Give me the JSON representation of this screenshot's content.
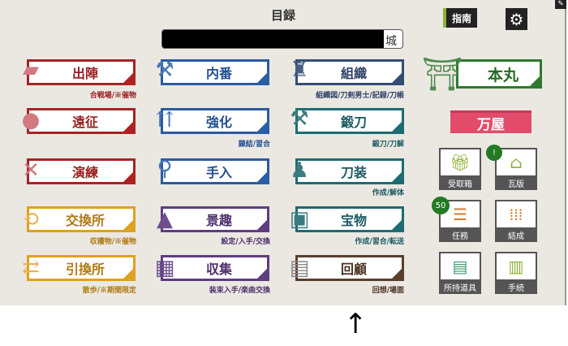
{
  "header": {
    "title": "目録",
    "castle_suffix": "城",
    "guide_label": "指南",
    "settings_icon": "gear-icon"
  },
  "menu": [
    {
      "id": "shutsujin",
      "label": "出陣",
      "sub": "合戦場/※催物",
      "color": "red",
      "icon": "flag"
    },
    {
      "id": "naiban",
      "label": "内番",
      "sub": "",
      "color": "blue",
      "icon": "hoe"
    },
    {
      "id": "soshiki",
      "label": "組織",
      "sub": "組織図/刀剣男士/記録/刀帳",
      "color": "navy",
      "icon": "org"
    },
    {
      "id": "ensei",
      "label": "遠征",
      "sub": "",
      "color": "red",
      "icon": "pouch"
    },
    {
      "id": "kyouka",
      "label": "強化",
      "sub": "錬結/習合",
      "color": "blue",
      "icon": "arrows-up"
    },
    {
      "id": "tantou",
      "label": "鍛刀",
      "sub": "鍛刀/刀解",
      "color": "teal",
      "icon": "hammer"
    },
    {
      "id": "enren",
      "label": "演練",
      "sub": "",
      "color": "red",
      "icon": "crossed-swords"
    },
    {
      "id": "teire",
      "label": "手入",
      "sub": "",
      "color": "blue",
      "icon": "brush"
    },
    {
      "id": "tousou",
      "label": "刀装",
      "sub": "作成/解体",
      "color": "teal",
      "icon": "soldier"
    },
    {
      "id": "koukanjo",
      "label": "交換所",
      "sub": "収穫物/※催物",
      "color": "gold",
      "icon": "cycle"
    },
    {
      "id": "keishu",
      "label": "景趣",
      "sub": "設定/入手/交換",
      "color": "purple",
      "icon": "landscape"
    },
    {
      "id": "houmotsu",
      "label": "宝物",
      "sub": "作成/習合/転送",
      "color": "teal",
      "icon": "giftbox"
    },
    {
      "id": "hikikaejo",
      "label": "引換所",
      "sub": "散歩/※期間限定",
      "color": "gold",
      "icon": "swap"
    },
    {
      "id": "shuushuu",
      "label": "収集",
      "sub": "装束入手/楽曲交換",
      "color": "purple",
      "icon": "grid"
    },
    {
      "id": "kaiko",
      "label": "回顧",
      "sub": "回想/場面",
      "color": "brown",
      "icon": "film"
    }
  ],
  "honmaru": {
    "label": "本丸"
  },
  "yorozuya": {
    "label": "万屋"
  },
  "tiles": [
    {
      "label": "受取箱",
      "icon": "gift-icon",
      "badge": ""
    },
    {
      "label": "瓦版",
      "icon": "house-icon",
      "badge": "!"
    },
    {
      "label": "任務",
      "icon": "checklist-icon",
      "badge": "50"
    },
    {
      "label": "結成",
      "icon": "banners-icon",
      "badge": ""
    },
    {
      "label": "所持道具",
      "icon": "cabinet-icon",
      "badge": ""
    },
    {
      "label": "手続",
      "icon": "document-icon",
      "badge": ""
    }
  ],
  "annotation": {
    "arrow": "↑"
  }
}
